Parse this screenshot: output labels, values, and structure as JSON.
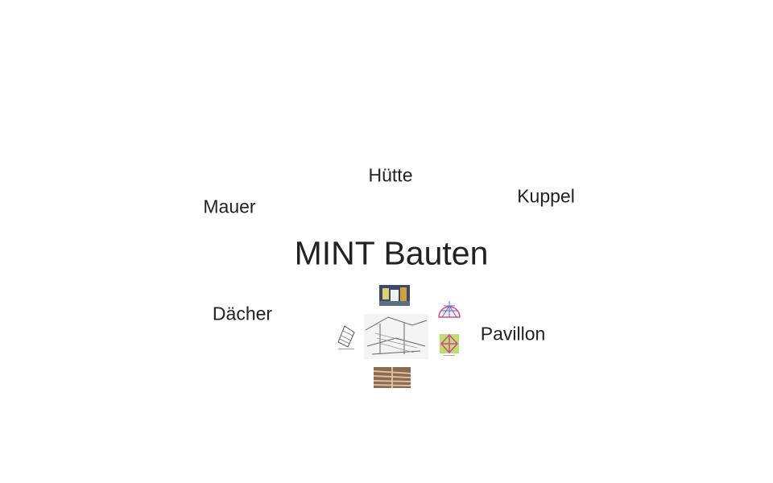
{
  "title": "MINT Bauten",
  "topics": {
    "huette": "Hütte",
    "kuppel": "Kuppel",
    "mauer": "Mauer",
    "daecher": "Dächer",
    "pavillon": "Pavillon"
  }
}
